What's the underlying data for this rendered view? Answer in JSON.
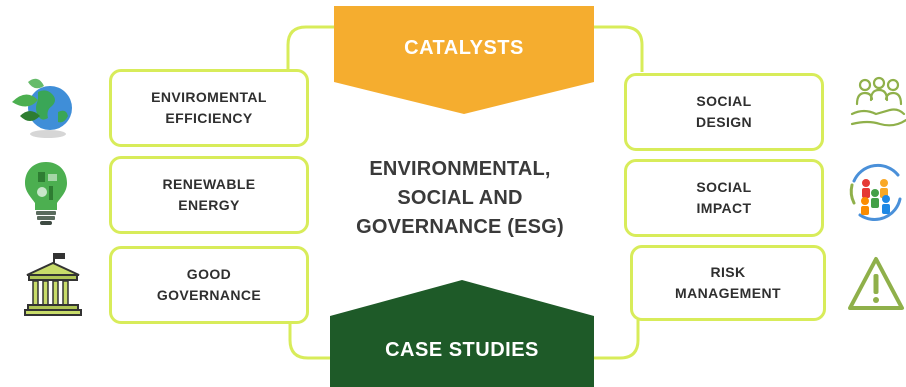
{
  "center": {
    "line1": "ENVIRONMENTAL,",
    "line2": "SOCIAL AND",
    "line3": "GOVERNANCE (ESG)"
  },
  "top_banner": {
    "label": "CATALYSTS",
    "color": "#f5ad2f"
  },
  "bottom_banner": {
    "label": "CASE STUDIES",
    "color": "#1e5a28"
  },
  "accent_color": "#d8ec5a",
  "left_items": [
    {
      "line1": "ENVIROMENTAL",
      "line2": "EFFICIENCY",
      "icon": "earth-leaves-icon"
    },
    {
      "line1": "RENEWABLE",
      "line2": "ENERGY",
      "icon": "eco-lightbulb-icon"
    },
    {
      "line1": "GOOD",
      "line2": "GOVERNANCE",
      "icon": "government-building-icon"
    }
  ],
  "right_items": [
    {
      "line1": "SOCIAL",
      "line2": "DESIGN",
      "icon": "people-hand-icon"
    },
    {
      "line1": "SOCIAL",
      "line2": "IMPACT",
      "icon": "community-cycle-icon"
    },
    {
      "line1": "RISK",
      "line2": "MANAGEMENT",
      "icon": "warning-triangle-icon"
    }
  ]
}
